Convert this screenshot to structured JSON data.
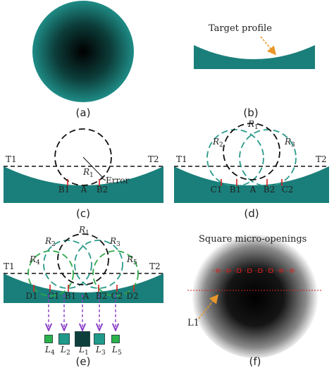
{
  "colors": {
    "teal": "#1a7f7a",
    "dark_teal": "#0f3f3c",
    "green": "#2bb24c",
    "orange": "#e8962a",
    "red": "#d42020",
    "purple": "#8a3fc6",
    "dash_black": "#111111",
    "dash_teal": "#2a9a8a",
    "dash_green": "#2ea84a"
  },
  "panels": {
    "a": {
      "caption": "(a)"
    },
    "b": {
      "caption": "(b)",
      "annotation": "Target profile"
    },
    "c": {
      "caption": "(c)",
      "t1": "T1",
      "t2": "T2",
      "radius": "R",
      "radius_sub": "1",
      "error": "Error",
      "points": [
        "B1",
        "A",
        "B2"
      ]
    },
    "d": {
      "caption": "(d)",
      "t1": "T1",
      "t2": "T2",
      "radii": [
        {
          "r": "R",
          "sub": "1"
        },
        {
          "r": "R",
          "sub": "2"
        },
        {
          "r": "R",
          "sub": "3"
        }
      ],
      "points": [
        "C1",
        "B1",
        "A",
        "B2",
        "C2"
      ]
    },
    "e": {
      "caption": "(e)",
      "t1": "T1",
      "t2": "T2",
      "radii": [
        {
          "r": "R",
          "sub": "1"
        },
        {
          "r": "R",
          "sub": "2"
        },
        {
          "r": "R",
          "sub": "3"
        },
        {
          "r": "R",
          "sub": "4"
        },
        {
          "r": "R",
          "sub": "5"
        }
      ],
      "points": [
        "D1",
        "C1",
        "B1",
        "A",
        "B2",
        "C2",
        "D2"
      ],
      "openings": [
        {
          "l": "L",
          "sub": "4"
        },
        {
          "l": "L",
          "sub": "2"
        },
        {
          "l": "L",
          "sub": "1"
        },
        {
          "l": "L",
          "sub": "3"
        },
        {
          "l": "L",
          "sub": "5"
        }
      ]
    },
    "f": {
      "caption": "(f)",
      "annotation": "Square micro-openings",
      "line_label": "L1"
    }
  }
}
